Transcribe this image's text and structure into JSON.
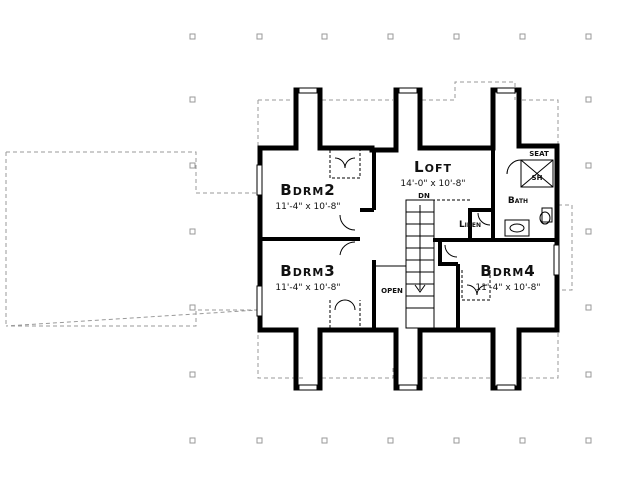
{
  "rooms": {
    "loft": {
      "name": "Loft",
      "dims": "14'-0\" x 10'-8\""
    },
    "bdrm2": {
      "name": "Bdrm2",
      "dims": "11'-4\" x 10'-8\""
    },
    "bdrm3": {
      "name": "Bdrm3",
      "dims": "11'-4\" x 10'-8\""
    },
    "bdrm4": {
      "name": "Bdrm4",
      "dims": "11'-4\" x 10'-8\""
    }
  },
  "labels": {
    "seat": "SEAT",
    "shower": "SH",
    "bath": "Bath",
    "linen": "Linen",
    "down": "DN",
    "open": "OPEN"
  },
  "colors": {
    "wall": "#000000",
    "dashed": "#999999",
    "ink": "#111111"
  }
}
